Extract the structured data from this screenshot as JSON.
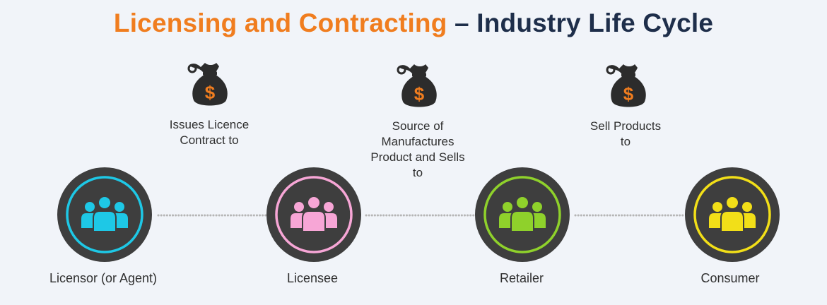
{
  "title": {
    "part1": "Licensing and Contracting",
    "part2": "– Industry Life Cycle"
  },
  "steps": [
    {
      "label": "Issues Licence\nContract to",
      "icon": "money-bag-icon"
    },
    {
      "label": "Source of\nManufactures\nProduct and Sells\nto",
      "icon": "money-bag-icon"
    },
    {
      "label": "Sell Products\nto",
      "icon": "money-bag-icon"
    }
  ],
  "nodes": [
    {
      "label": "Licensor (or Agent)",
      "color": "#1ec8e6",
      "icon": "people-group-icon"
    },
    {
      "label": "Licensee",
      "color": "#f7a6d6",
      "icon": "people-group-icon"
    },
    {
      "label": "Retailer",
      "color": "#8fd12b",
      "icon": "people-group-icon"
    },
    {
      "label": "Consumer",
      "color": "#f2df18",
      "icon": "people-group-icon"
    }
  ],
  "colors": {
    "title_accent": "#f07d1f",
    "title_dark": "#1e2e4a",
    "node_fill": "#3e3e3e",
    "bag_fill": "#2c2c2c",
    "dollar": "#f07d1f",
    "connector": "#b5b5b5"
  }
}
